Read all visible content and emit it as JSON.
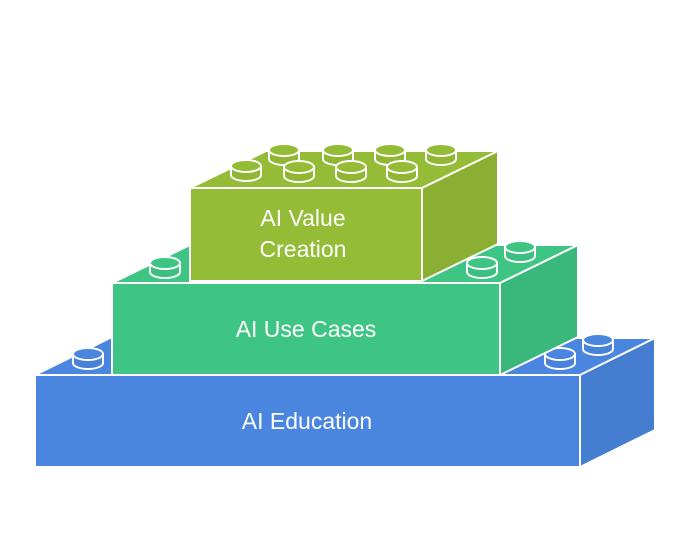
{
  "layers": [
    {
      "label_lines": [
        "AI Education"
      ],
      "color": "#4A86E0"
    },
    {
      "label_lines": [
        "AI Use Cases"
      ],
      "color": "#3EC584"
    },
    {
      "label_lines": [
        "AI Value",
        "Creation"
      ],
      "color": "#94BC36"
    }
  ]
}
